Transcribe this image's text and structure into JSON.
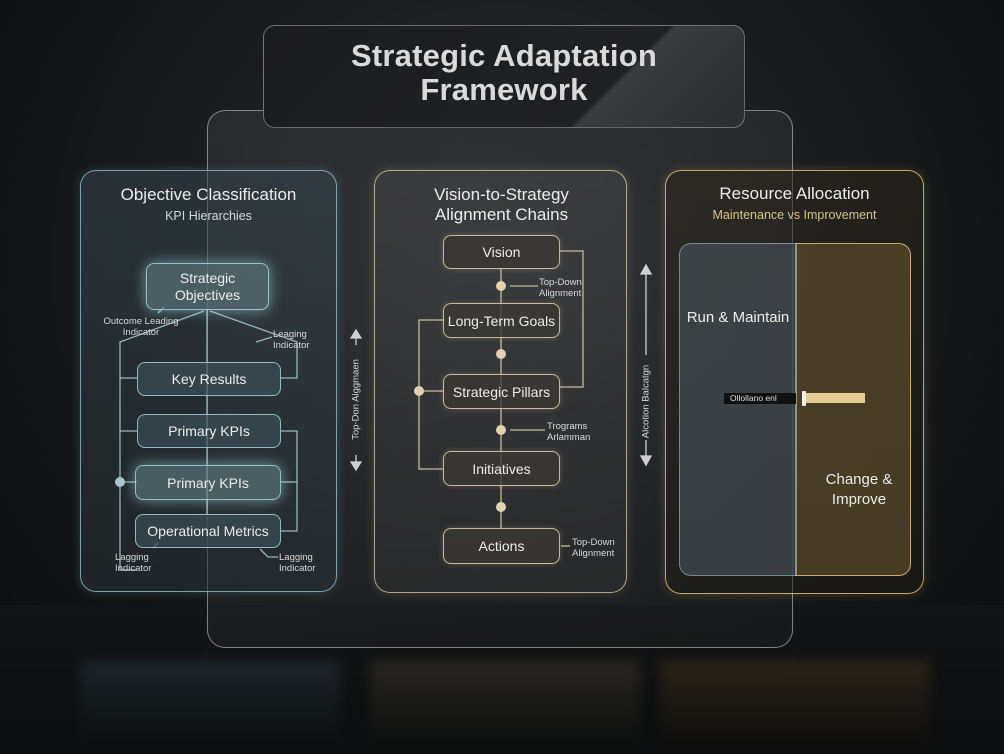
{
  "title": "Strategic Adaptation Framework",
  "colors": {
    "left_accent": "#96c8d7",
    "mid_accent": "#dccdaa",
    "right_accent": "#e1be78",
    "slider_fill": "#e5cc92"
  },
  "left_panel": {
    "title": "Objective Classification",
    "subtitle": "KPI Hierarchies",
    "top_node": "Strategic Objectives",
    "nodes": [
      "Key Results",
      "Primary KPIs",
      "Primary KPIs",
      "Operational Metrics"
    ],
    "annotations": {
      "top_left": "Outcome Leading Indicator",
      "top_right": "Leaging Indicator",
      "bottom_left": "Lagging Indicator",
      "bottom_right": "Lagging Indicator"
    }
  },
  "connector_left": {
    "label": "Top-Don Aiggmaen",
    "icon": "double-arrow-vertical-icon"
  },
  "mid_panel": {
    "title": "Vision-to-Strategy Alignment Chains",
    "nodes": [
      "Vision",
      "Long-Term Goals",
      "Strategic Pillars",
      "Initiatives",
      "Actions"
    ],
    "annotations": {
      "after_vision": "Top-Down Alignment",
      "after_pillars": "Trograms Arlamman",
      "actions": "Top-Down Alignment"
    }
  },
  "connector_right": {
    "label": "Alcotion Balcatgn",
    "icon": "double-arrow-vertical-icon"
  },
  "right_panel": {
    "title": "Resource Allocation",
    "subtitle": "Maintenance vs Improvement",
    "run": "Run & Maintain",
    "change": "Change & Improve",
    "slider_label": "Ollollano enl",
    "slider_split_fraction": 0.5
  }
}
